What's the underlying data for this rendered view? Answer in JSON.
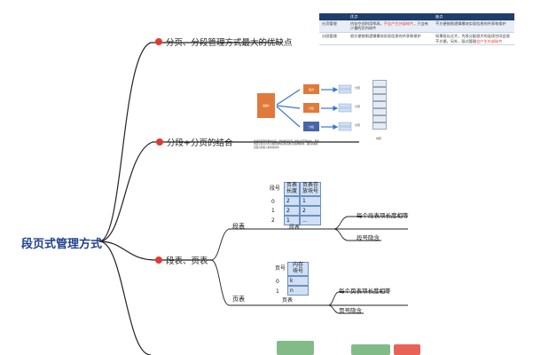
{
  "root": {
    "title": "段页式管理方式"
  },
  "branches": [
    {
      "label": "分页、分段管理方式最大的优缺点"
    },
    {
      "label": "分段+分页的结合"
    },
    {
      "label": "段表、页表"
    }
  ],
  "comparison_table": {
    "headers": [
      "",
      "优点",
      "缺点"
    ],
    "rows": [
      {
        "name": "分页管理",
        "pro_a": "内存空间利用率高，",
        "pro_red": "不会产生外部碎片",
        "pro_b": "，只会有少量的页内碎片",
        "con": "不方便按照逻辑模块实现信息的共享和保护"
      },
      {
        "name": "分段管理",
        "pro_a": "很方便按照逻辑模块实现信息的共享和保护",
        "pro_red": "",
        "pro_b": "",
        "con_a": "如果段长过大，为其分配很大的连续空间会很不方便。另外，段式管理",
        "con_red": "会产生外部碎片"
      }
    ]
  },
  "combination_diagram": {
    "process_label": "进程A",
    "segment_labels": [
      "段式",
      "分段",
      "分段"
    ],
    "paging_labels": [
      "分页",
      "分页",
      "分页"
    ],
    "memory_label": "内存",
    "note": "将进程按逻辑模块分段，再将各段分页（如每个页面4KB），再将内存空间分为大小相同的内存块/页框/页帧/物理块，进程前将各页面分别装入各内存块中"
  },
  "segment_table": {
    "caption": "段表",
    "col_no": "段号",
    "col_len": "页表长度",
    "col_addr": "页表存放块号",
    "rows": [
      {
        "no": "0",
        "len": "2",
        "addr": "1"
      },
      {
        "no": "1",
        "len": "2",
        "addr": "2"
      },
      {
        "no": "2",
        "len": "1",
        "addr": "..."
      }
    ],
    "branch_label": "段表",
    "notes": [
      "每个段表项长度相等",
      "段号隐含"
    ]
  },
  "page_table": {
    "caption": "页表",
    "col_no": "页号",
    "col_block": "内存块号",
    "rows": [
      {
        "no": "0",
        "block": "k"
      },
      {
        "no": "1",
        "block": "n"
      }
    ],
    "branch_label": "页表",
    "notes": [
      "每个页表项长度相等",
      "页号隐含"
    ]
  },
  "colors": {
    "dot": "#e23b2e",
    "root_text": "#1f3f8f",
    "table_header": "#1f3e6b",
    "segment_box": "#e07a3a",
    "segment_box_alt": "#4a64a8",
    "page_cell": "#cfe0f5"
  }
}
